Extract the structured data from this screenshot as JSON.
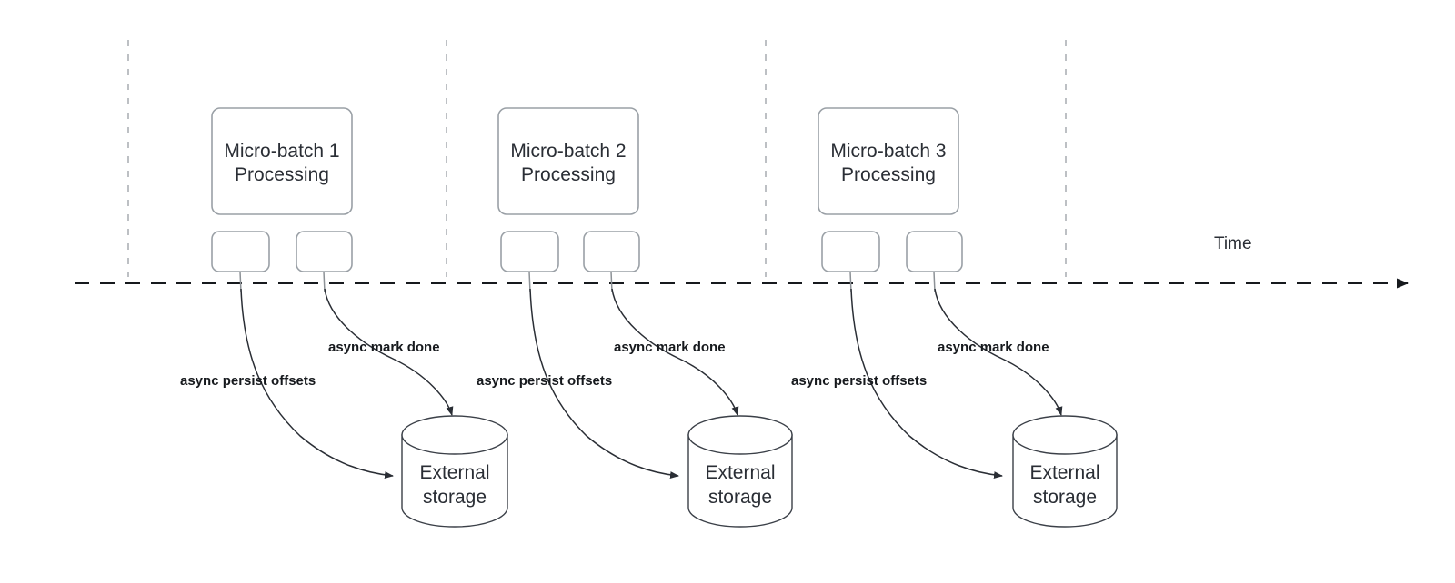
{
  "diagram": {
    "title_text": "",
    "timeline": {
      "label": "Time",
      "axis_color": "#16191d",
      "marker_color": "#16191d"
    },
    "colors": {
      "box_stroke": "#9aa0a6",
      "cylinder_stroke": "#3b4048",
      "text": "#2a2e35",
      "edge_label_text": "#16191d",
      "vertical_guide": "#b6b9bd",
      "flow_line": "#2a2e35",
      "connector_line": "#8d9297",
      "background": "#ffffff"
    },
    "groups": [
      {
        "id": "group-1",
        "batch_label_line1": "Micro-batch 1",
        "batch_label_line2": "Processing",
        "task_left_label": "",
        "task_right_label": "",
        "storage_label_line1": "External",
        "storage_label_line2": "storage",
        "edge_persist_label": "async persist offsets",
        "edge_mark_label": "async mark done"
      },
      {
        "id": "group-2",
        "batch_label_line1": "Micro-batch 2",
        "batch_label_line2": "Processing",
        "task_left_label": "",
        "task_right_label": "",
        "storage_label_line1": "External",
        "storage_label_line2": "storage",
        "edge_persist_label": "async persist offsets",
        "edge_mark_label": "async mark done"
      },
      {
        "id": "group-3",
        "batch_label_line1": "Micro-batch 3",
        "batch_label_line2": "Processing",
        "task_left_label": "",
        "task_right_label": "",
        "storage_label_line1": "External",
        "storage_label_line2": "storage",
        "edge_persist_label": "async persist offsets",
        "edge_mark_label": "async mark done"
      }
    ]
  }
}
